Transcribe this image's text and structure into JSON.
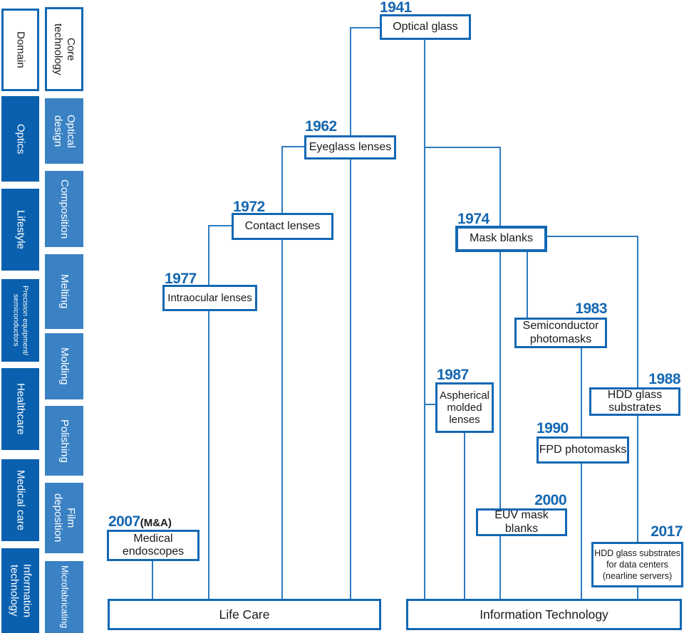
{
  "colors": {
    "border_blue": "#1268b3",
    "line_blue": "#2e7bc0",
    "year_blue": "#1467b1",
    "domain_column_fill": "#0a60ae",
    "core_column_fill": "#3b82c4",
    "text_black": "#1a1a1a",
    "background": "#ffffff"
  },
  "left_columns": {
    "domain": {
      "header": "Domain",
      "items": [
        {
          "label": "Optics"
        },
        {
          "label": "Lifestyle"
        },
        {
          "label": "Precision equipment/\nsemiconductors"
        },
        {
          "label": "Healthcare"
        },
        {
          "label": "Medical care"
        },
        {
          "label": "Information\ntechnology"
        }
      ]
    },
    "core_technology": {
      "header": "Core\ntechnology",
      "items": [
        {
          "label": "Optical\ndesign"
        },
        {
          "label": "Composition"
        },
        {
          "label": "Melting"
        },
        {
          "label": "Molding"
        },
        {
          "label": "Polishing"
        },
        {
          "label": "Film\ndeposition"
        },
        {
          "label": "Microfabricating"
        }
      ]
    }
  },
  "nodes": {
    "optical_glass": {
      "year": "1941",
      "label": "Optical glass"
    },
    "eyeglass_lenses": {
      "year": "1962",
      "label": "Eyeglass lenses"
    },
    "contact_lenses": {
      "year": "1972",
      "label": "Contact lenses"
    },
    "intraocular_lenses": {
      "year": "1977",
      "label": "Intraocular lenses"
    },
    "medical_endoscopes": {
      "year": "2007",
      "year_suffix": "(M&A)",
      "label": "Medical\nendoscopes"
    },
    "mask_blanks": {
      "year": "1974",
      "label": "Mask blanks"
    },
    "semiconductor_photomasks": {
      "year": "1983",
      "label": "Semiconductor\nphotomasks"
    },
    "aspherical_molded_lenses": {
      "year": "1987",
      "label": "Aspherical\nmolded\nlenses"
    },
    "hdd_glass_substrates": {
      "year": "1988",
      "label": "HDD glass\nsubstrates"
    },
    "fpd_photomasks": {
      "year": "1990",
      "label": "FPD photomasks"
    },
    "euv_mask_blanks": {
      "year": "2000",
      "label": "EUV mask blanks"
    },
    "hdd_glass_substrates_dc": {
      "year": "2017",
      "label": "HDD glass substrates\nfor data centers\n(nearline servers)"
    }
  },
  "categories": {
    "life_care": "Life Care",
    "information_technology": "Information Technology"
  },
  "edges": [
    [
      "optical_glass",
      "eyeglass_lenses"
    ],
    [
      "optical_glass",
      "mask_blanks"
    ],
    [
      "optical_glass",
      "aspherical_molded_lenses"
    ],
    [
      "optical_glass",
      "information_technology"
    ],
    [
      "eyeglass_lenses",
      "contact_lenses"
    ],
    [
      "eyeglass_lenses",
      "life_care"
    ],
    [
      "contact_lenses",
      "intraocular_lenses"
    ],
    [
      "contact_lenses",
      "life_care"
    ],
    [
      "intraocular_lenses",
      "life_care"
    ],
    [
      "medical_endoscopes",
      "life_care"
    ],
    [
      "mask_blanks",
      "semiconductor_photomasks"
    ],
    [
      "mask_blanks",
      "euv_mask_blanks"
    ],
    [
      "mask_blanks",
      "hdd_glass_substrates"
    ],
    [
      "semiconductor_photomasks",
      "fpd_photomasks"
    ],
    [
      "aspherical_molded_lenses",
      "information_technology"
    ],
    [
      "euv_mask_blanks",
      "information_technology"
    ],
    [
      "fpd_photomasks",
      "information_technology"
    ],
    [
      "hdd_glass_substrates",
      "hdd_glass_substrates_dc"
    ],
    [
      "hdd_glass_substrates_dc",
      "information_technology"
    ]
  ]
}
